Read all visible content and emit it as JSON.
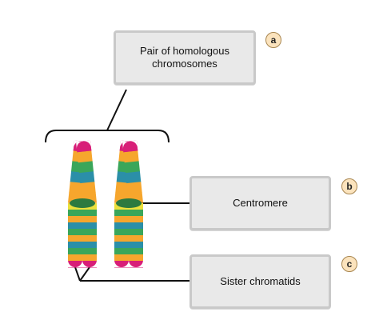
{
  "labels": {
    "homologous": "Pair of homologous chromosomes",
    "centromere": "Centromere",
    "sister_chromatids": "Sister chromatids"
  },
  "badges": {
    "a": "a",
    "b": "b",
    "c": "c"
  },
  "colors": {
    "tip": "#d81e78",
    "orange": "#f6a62d",
    "green": "#3aa65a",
    "teal": "#2b8fa8",
    "yellow": "#ece03a",
    "dark_green": "#2c7a3f",
    "line": "#111111",
    "box_fill": "#e9e9e9",
    "box_border": "#c9c9c9",
    "badge_fill": "#fbe3bd"
  }
}
